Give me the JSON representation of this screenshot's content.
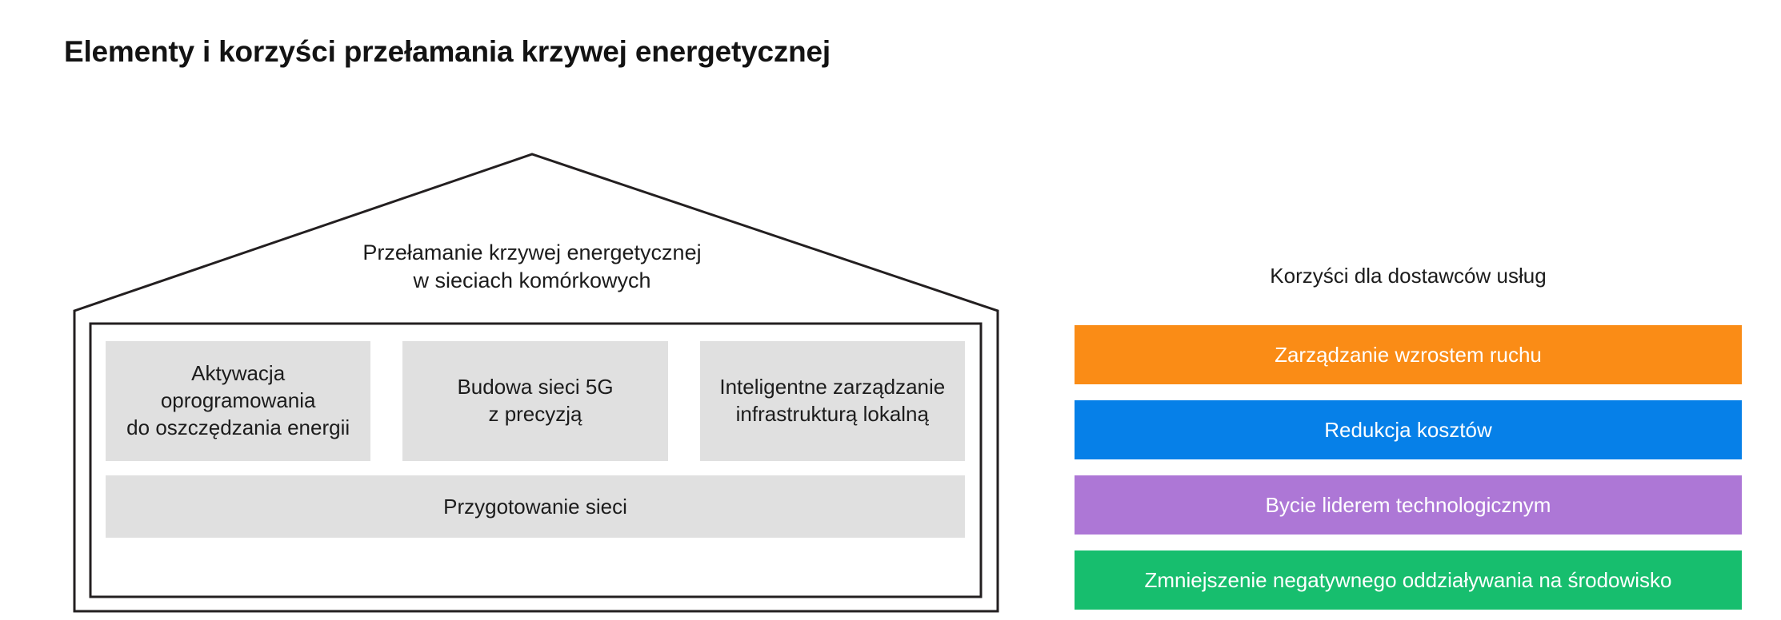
{
  "page": {
    "title": "Elementy i korzyści przełamania krzywej energetycznej",
    "background_color": "#ffffff"
  },
  "house": {
    "roof_label_lines": [
      "Przełamanie krzywej energetycznej",
      "w sieciach komórkowych"
    ],
    "outline_color": "#231f20",
    "pillar_fill": "#e0e0e0",
    "pillars": [
      {
        "lines": [
          "Aktywacja",
          "oprogramowania",
          "do oszczędzania energii"
        ]
      },
      {
        "lines": [
          "Budowa sieci 5G",
          "z precyzją"
        ]
      },
      {
        "lines": [
          "Inteligentne zarządzanie",
          "infrastrukturą lokalną"
        ]
      }
    ],
    "foundation": "Przygotowanie sieci"
  },
  "benefits": {
    "heading": "Korzyści dla dostawców usług",
    "bars": [
      {
        "label": "Zarządzanie wzrostem ruchu",
        "color": "#fa8c16"
      },
      {
        "label": "Redukcja kosztów",
        "color": "#0680e8"
      },
      {
        "label": "Bycie liderem technologicznym",
        "color": "#ad77d6"
      },
      {
        "label": "Zmniejszenie negatywnego oddziaływania na środowisko",
        "color": "#17be6e"
      }
    ],
    "text_color": "#ffffff"
  }
}
